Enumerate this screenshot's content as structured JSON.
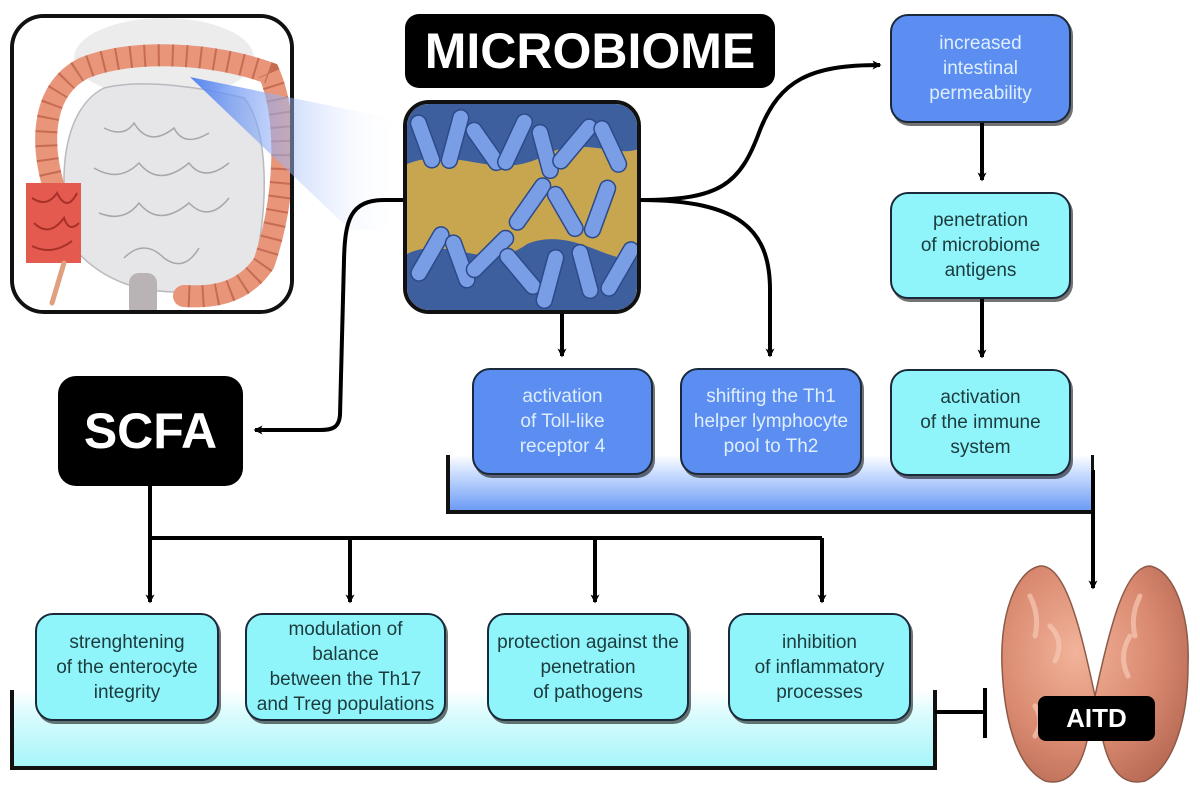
{
  "header": {
    "title": "MICROBIOME"
  },
  "images": {
    "gut": {
      "icon": "intestine-illustration",
      "description": "Human intestines illustration with colon highlighted"
    },
    "bacteria": {
      "icon": "bacteria-micrograph",
      "description": "Rod-shaped bacteria micrograph"
    },
    "thyroid": {
      "icon": "thyroid-illustration",
      "description": "Thyroid gland illustration"
    }
  },
  "nodes": {
    "scfa": "SCFA",
    "aitd": "AITD",
    "increased_permeability": [
      "increased",
      "intestinal",
      "permeability"
    ],
    "penetration_antigens": [
      "penetration",
      "of microbiome",
      "antigens"
    ],
    "activation_immune": [
      "activation",
      "of the immune",
      "system"
    ],
    "activation_tlr4": [
      "activation",
      "of Toll-like",
      "receptor 4"
    ],
    "shifting_th1": [
      "shifting the Th1",
      "helper lymphocyte",
      "pool to Th2"
    ],
    "strengthening": [
      "strenghtening",
      "of the enterocyte",
      "integrity"
    ],
    "modulation": [
      "modulation of balance",
      "between the Th17",
      "and Treg populations"
    ],
    "protection": [
      "protection against the",
      "penetration",
      "of pathogens"
    ],
    "inhibition": [
      "inhibition",
      "of inflammatory",
      "processes"
    ]
  },
  "colors": {
    "blue_box": "#5b8ef0",
    "cyan_box": "#8ff5fa",
    "label_black": "#000000",
    "arrow": "#000000"
  },
  "edges": [
    {
      "from": "microbiome",
      "to": "increased_permeability",
      "type": "arrow"
    },
    {
      "from": "microbiome",
      "to": "activation_tlr4",
      "type": "arrow"
    },
    {
      "from": "microbiome",
      "to": "shifting_th1",
      "type": "arrow"
    },
    {
      "from": "microbiome",
      "to": "scfa",
      "type": "arrow"
    },
    {
      "from": "increased_permeability",
      "to": "penetration_antigens",
      "type": "arrow"
    },
    {
      "from": "penetration_antigens",
      "to": "activation_immune",
      "type": "arrow"
    },
    {
      "from": "microbiome_effects_group",
      "to": "aitd",
      "type": "arrow"
    },
    {
      "from": "scfa",
      "to": "strengthening",
      "type": "arrow"
    },
    {
      "from": "scfa",
      "to": "modulation",
      "type": "arrow"
    },
    {
      "from": "scfa",
      "to": "protection",
      "type": "arrow"
    },
    {
      "from": "scfa",
      "to": "inhibition",
      "type": "arrow"
    },
    {
      "from": "scfa_effects_group",
      "to": "aitd",
      "type": "inhibition"
    }
  ]
}
